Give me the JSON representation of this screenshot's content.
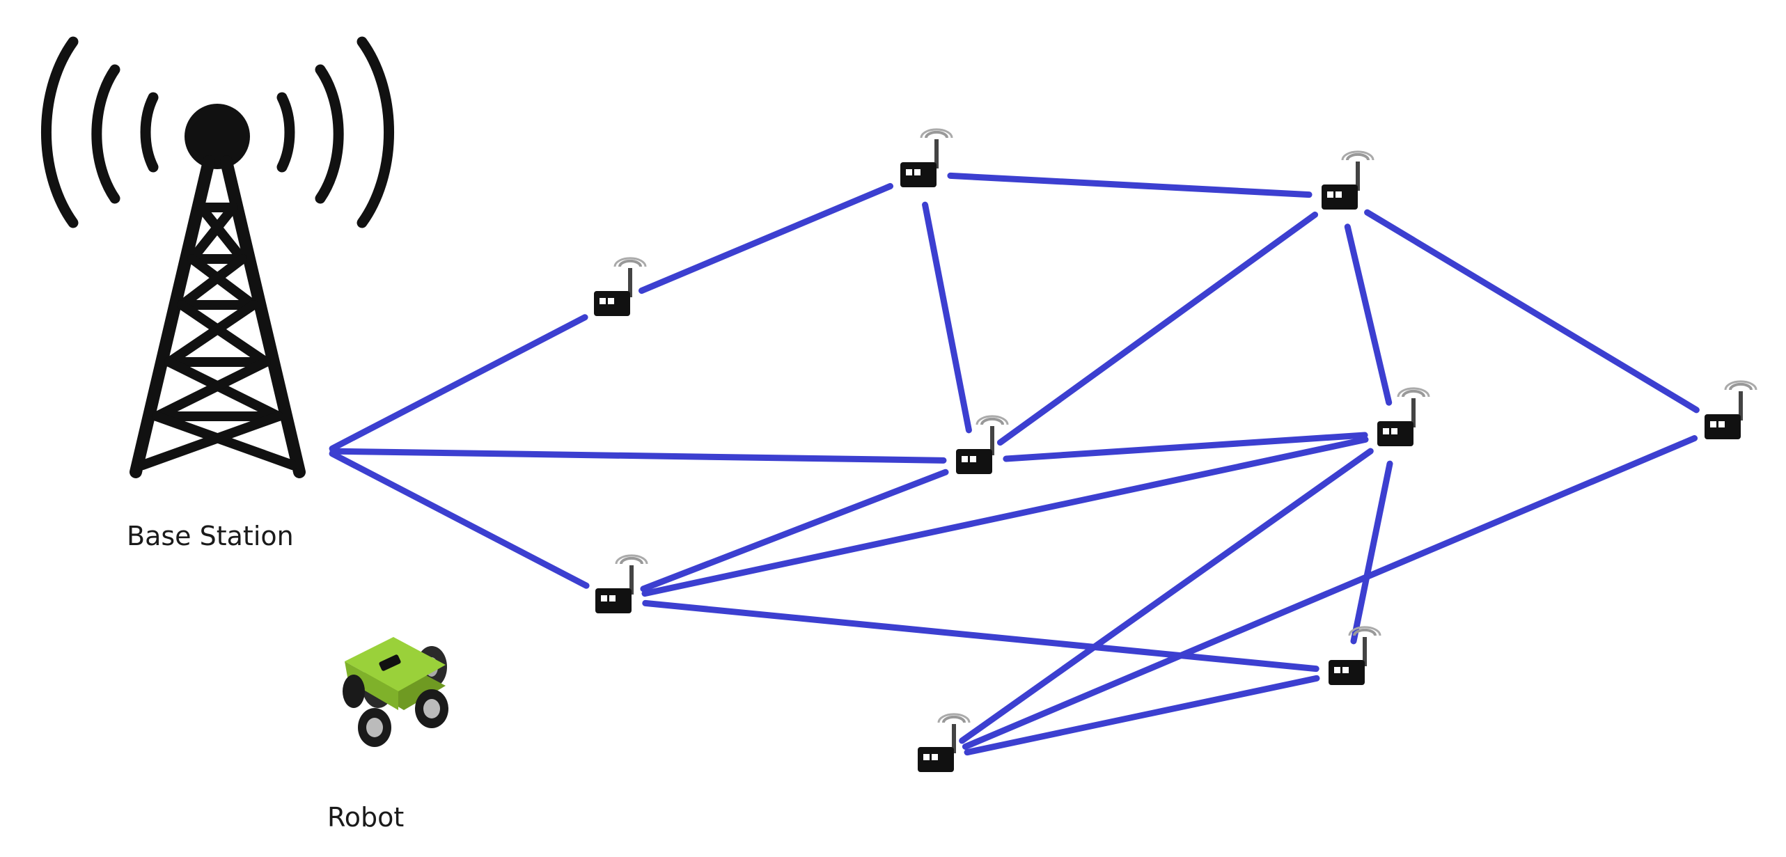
{
  "labels": {
    "base_station": "Base Station",
    "robot": "Robot"
  },
  "icons": {
    "base_station": "radio-tower-icon",
    "sensor_node": "wireless-sensor-node-icon",
    "robot": "rover-robot-icon"
  },
  "colors": {
    "link": "#3c3fd0",
    "icon": "#111111",
    "robot_body": "#9ad13a"
  },
  "nodes": [
    {
      "id": "base",
      "type": "base-station"
    },
    {
      "id": "n1",
      "type": "sensor"
    },
    {
      "id": "n2",
      "type": "sensor"
    },
    {
      "id": "n3",
      "type": "sensor"
    },
    {
      "id": "n4",
      "type": "sensor"
    },
    {
      "id": "n5",
      "type": "sensor"
    },
    {
      "id": "n6",
      "type": "sensor"
    },
    {
      "id": "n7",
      "type": "sensor"
    },
    {
      "id": "n8",
      "type": "sensor"
    },
    {
      "id": "n9",
      "type": "sensor"
    },
    {
      "id": "robot",
      "type": "robot"
    }
  ],
  "links": [
    [
      "base",
      "n1"
    ],
    [
      "base",
      "n5"
    ],
    [
      "base",
      "n7"
    ],
    [
      "n1",
      "n2"
    ],
    [
      "n2",
      "n3"
    ],
    [
      "n2",
      "n5"
    ],
    [
      "n3",
      "n5"
    ],
    [
      "n3",
      "n6"
    ],
    [
      "n3",
      "n4"
    ],
    [
      "n5",
      "n6"
    ],
    [
      "n5",
      "n7"
    ],
    [
      "n6",
      "n7"
    ],
    [
      "n6",
      "n8"
    ],
    [
      "n6",
      "n9"
    ],
    [
      "n7",
      "n8"
    ],
    [
      "n8",
      "n9"
    ],
    [
      "n4",
      "n9"
    ]
  ]
}
